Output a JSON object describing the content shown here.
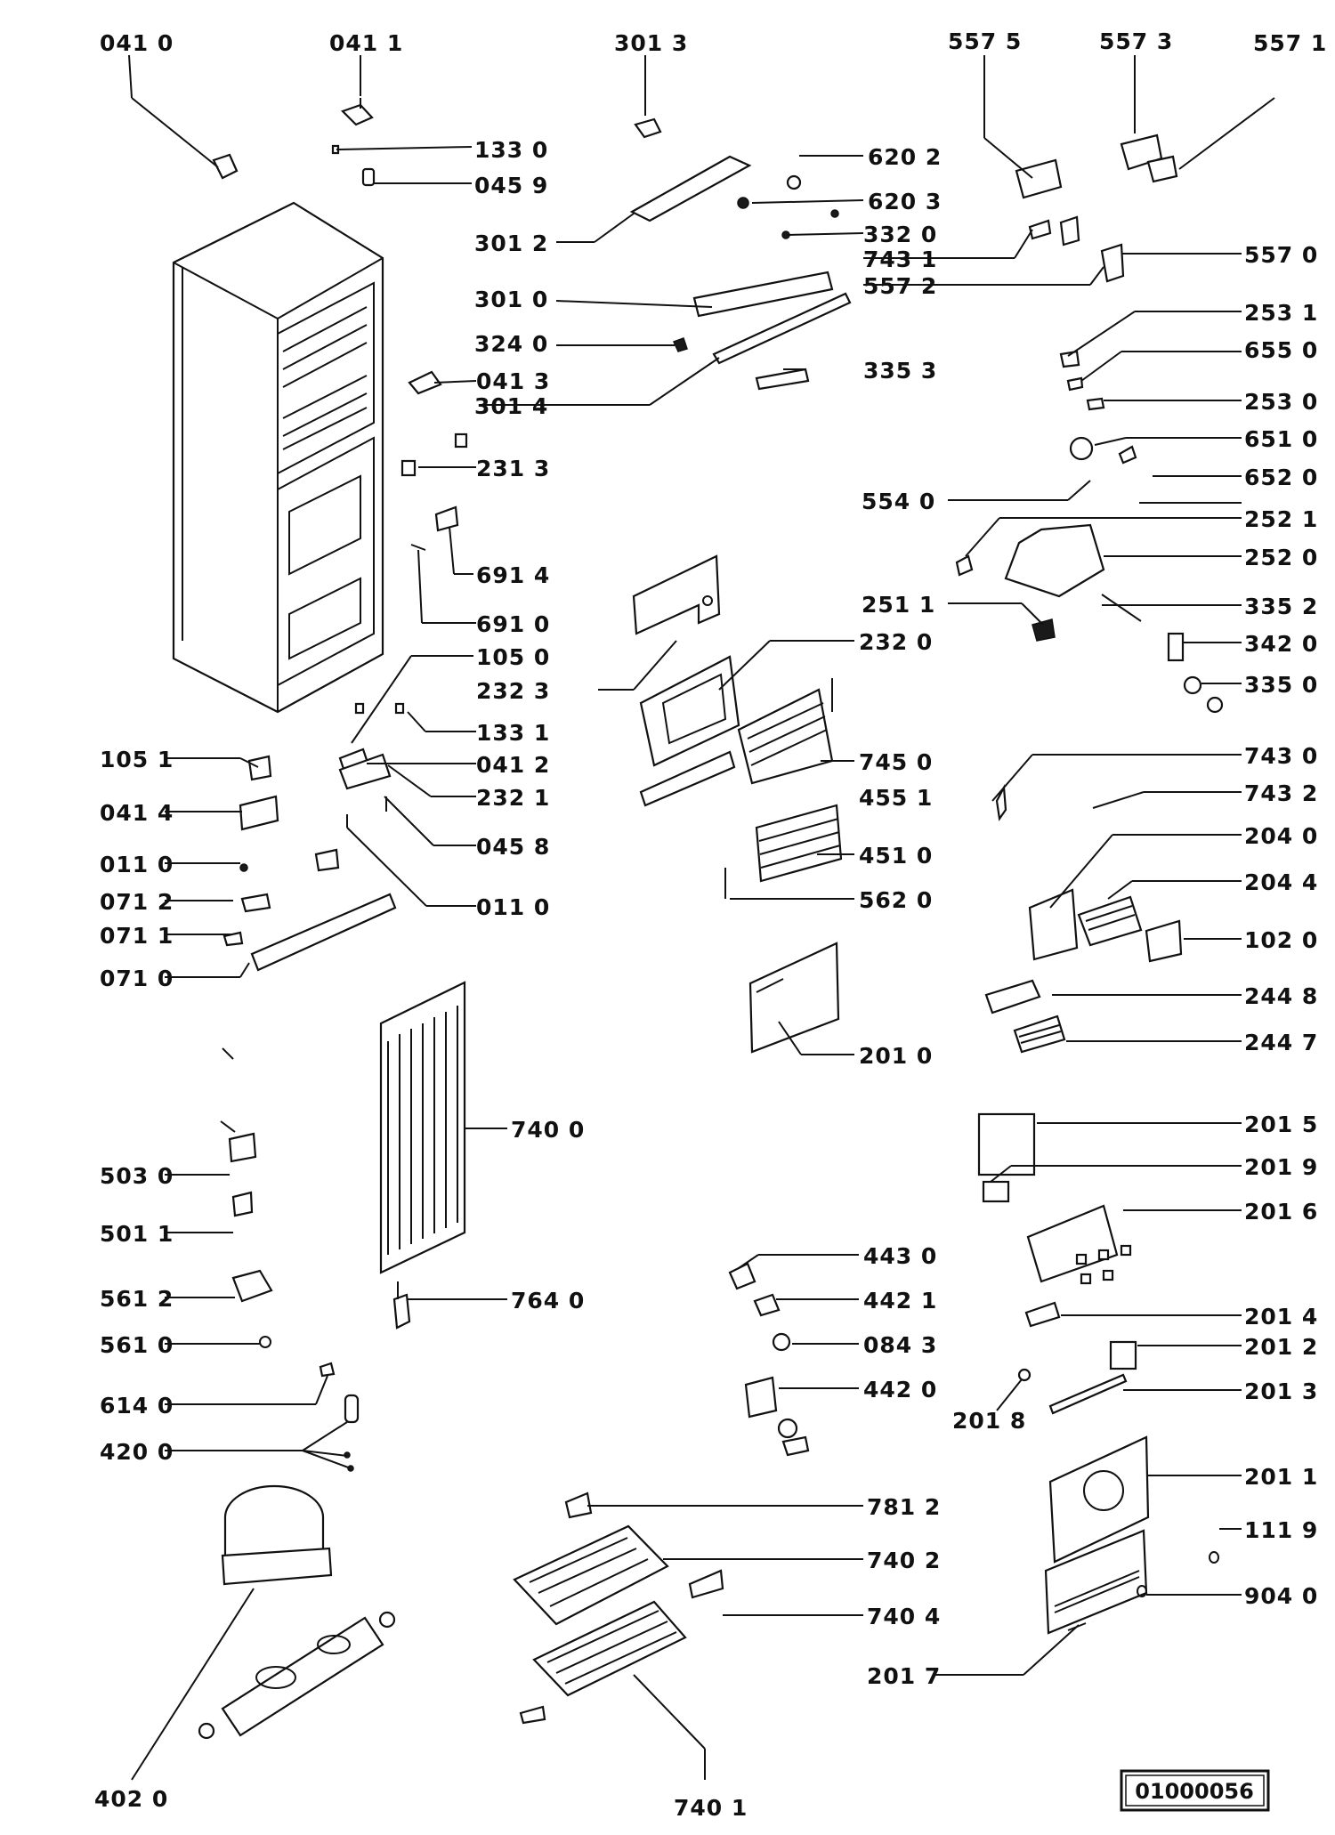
{
  "diagram": {
    "drawing_number": "01000056",
    "part_labels": [
      {
        "id": "0410",
        "text": "041 0"
      },
      {
        "id": "0411",
        "text": "041 1"
      },
      {
        "id": "3013",
        "text": "301 3"
      },
      {
        "id": "5575",
        "text": "557 5"
      },
      {
        "id": "5573",
        "text": "557 3"
      },
      {
        "id": "5571",
        "text": "557 1"
      },
      {
        "id": "1330",
        "text": "133 0"
      },
      {
        "id": "0459",
        "text": "045 9"
      },
      {
        "id": "6202",
        "text": "620 2"
      },
      {
        "id": "6203",
        "text": "620 3"
      },
      {
        "id": "3012",
        "text": "301 2"
      },
      {
        "id": "3320",
        "text": "332 0"
      },
      {
        "id": "7431",
        "text": "743 1"
      },
      {
        "id": "5570",
        "text": "557 0"
      },
      {
        "id": "5572",
        "text": "557 2"
      },
      {
        "id": "3010",
        "text": "301 0"
      },
      {
        "id": "2531",
        "text": "253 1"
      },
      {
        "id": "3240",
        "text": "324 0"
      },
      {
        "id": "6550",
        "text": "655 0"
      },
      {
        "id": "0413",
        "text": "041 3"
      },
      {
        "id": "3353",
        "text": "335 3"
      },
      {
        "id": "3014",
        "text": "301 4"
      },
      {
        "id": "2530",
        "text": "253 0"
      },
      {
        "id": "6510",
        "text": "651 0"
      },
      {
        "id": "2313",
        "text": "231 3"
      },
      {
        "id": "6520",
        "text": "652 0"
      },
      {
        "id": "5540",
        "text": "554 0"
      },
      {
        "id": "2521",
        "text": "252 1"
      },
      {
        "id": "2520",
        "text": "252 0"
      },
      {
        "id": "6914",
        "text": "691 4"
      },
      {
        "id": "2511",
        "text": "251 1"
      },
      {
        "id": "3352",
        "text": "335 2"
      },
      {
        "id": "6910",
        "text": "691 0"
      },
      {
        "id": "2320",
        "text": "232 0"
      },
      {
        "id": "3420",
        "text": "342 0"
      },
      {
        "id": "1050",
        "text": "105 0"
      },
      {
        "id": "2323",
        "text": "232 3"
      },
      {
        "id": "3350",
        "text": "335 0"
      },
      {
        "id": "1331",
        "text": "133 1"
      },
      {
        "id": "1051",
        "text": "105 1"
      },
      {
        "id": "0412",
        "text": "041 2"
      },
      {
        "id": "7450",
        "text": "745 0"
      },
      {
        "id": "7430",
        "text": "743 0"
      },
      {
        "id": "0414",
        "text": "041 4"
      },
      {
        "id": "2321",
        "text": "232 1"
      },
      {
        "id": "4551",
        "text": "455 1"
      },
      {
        "id": "7432",
        "text": "743 2"
      },
      {
        "id": "0458",
        "text": "045 8"
      },
      {
        "id": "0110a",
        "text": "011 0"
      },
      {
        "id": "4510",
        "text": "451 0"
      },
      {
        "id": "2040",
        "text": "204 0"
      },
      {
        "id": "0712",
        "text": "071 2"
      },
      {
        "id": "0110b",
        "text": "011 0"
      },
      {
        "id": "5620",
        "text": "562 0"
      },
      {
        "id": "2044",
        "text": "204 4"
      },
      {
        "id": "0711",
        "text": "071 1"
      },
      {
        "id": "1020",
        "text": "102 0"
      },
      {
        "id": "0710",
        "text": "071 0"
      },
      {
        "id": "2448",
        "text": "244 8"
      },
      {
        "id": "2447",
        "text": "244 7"
      },
      {
        "id": "2010",
        "text": "201 0"
      },
      {
        "id": "2015",
        "text": "201 5"
      },
      {
        "id": "7400",
        "text": "740 0"
      },
      {
        "id": "2019",
        "text": "201 9"
      },
      {
        "id": "5030",
        "text": "503 0"
      },
      {
        "id": "2016",
        "text": "201 6"
      },
      {
        "id": "5011",
        "text": "501 1"
      },
      {
        "id": "4430",
        "text": "443 0"
      },
      {
        "id": "5612",
        "text": "561 2"
      },
      {
        "id": "7640",
        "text": "764 0"
      },
      {
        "id": "4421",
        "text": "442 1"
      },
      {
        "id": "2014",
        "text": "201 4"
      },
      {
        "id": "5610",
        "text": "561 0"
      },
      {
        "id": "0843",
        "text": "084 3"
      },
      {
        "id": "2012",
        "text": "201 2"
      },
      {
        "id": "4420",
        "text": "442 0"
      },
      {
        "id": "6140",
        "text": "614 0"
      },
      {
        "id": "2013",
        "text": "201 3"
      },
      {
        "id": "2018",
        "text": "201 8"
      },
      {
        "id": "4200",
        "text": "420 0"
      },
      {
        "id": "2011",
        "text": "201 1"
      },
      {
        "id": "7812",
        "text": "781 2"
      },
      {
        "id": "1119",
        "text": "111 9"
      },
      {
        "id": "7402",
        "text": "740 2"
      },
      {
        "id": "9040",
        "text": "904 0"
      },
      {
        "id": "7404",
        "text": "740 4"
      },
      {
        "id": "2017",
        "text": "201 7"
      },
      {
        "id": "4020",
        "text": "402 0"
      },
      {
        "id": "7401",
        "text": "740 1"
      }
    ]
  }
}
